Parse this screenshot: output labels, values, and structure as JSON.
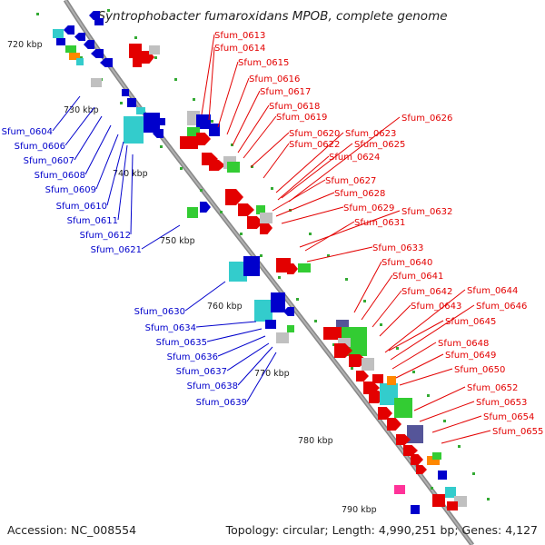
{
  "title": "Syntrophobacter fumaroxidans MPOB, complete genome",
  "footer": {
    "accession": "Accession: NC_008554",
    "stats": "Topology: circular; Length: 4,990,251 bp; Genes: 4,127"
  },
  "colors": {
    "forward_label": "#e30000",
    "reverse_label": "#0000cc",
    "backbone": "#888888",
    "tick_dot": "#33aa33"
  },
  "scale_labels": [
    "720 kbp",
    "730 kbp",
    "740 kbp",
    "750 kbp",
    "760 kbp",
    "770 kbp",
    "780 kbp",
    "790 kbp"
  ],
  "reverse_labels": [
    "Sfum_0604",
    "Sfum_0606",
    "Sfum_0607",
    "Sfum_0608",
    "Sfum_0609",
    "Sfum_0610",
    "Sfum_0611",
    "Sfum_0612",
    "Sfum_0621",
    "Sfum_0630",
    "Sfum_0634",
    "Sfum_0635",
    "Sfum_0636",
    "Sfum_0637",
    "Sfum_0638",
    "Sfum_0639"
  ],
  "forward_labels": [
    "Sfum_0613",
    "Sfum_0614",
    "Sfum_0615",
    "Sfum_0616",
    "Sfum_0617",
    "Sfum_0618",
    "Sfum_0619",
    "Sfum_0620",
    "Sfum_0622",
    "Sfum_0623",
    "Sfum_0625",
    "Sfum_0626",
    "Sfum_0624",
    "Sfum_0627",
    "Sfum_0628",
    "Sfum_0629",
    "Sfum_0632",
    "Sfum_0631",
    "Sfum_0633",
    "Sfum_0640",
    "Sfum_0641",
    "Sfum_0642",
    "Sfum_0644",
    "Sfum_0643",
    "Sfum_0646",
    "Sfum_0645",
    "Sfum_0648",
    "Sfum_0649",
    "Sfum_0650",
    "Sfum_0652",
    "Sfum_0653",
    "Sfum_0654",
    "Sfum_0655"
  ]
}
